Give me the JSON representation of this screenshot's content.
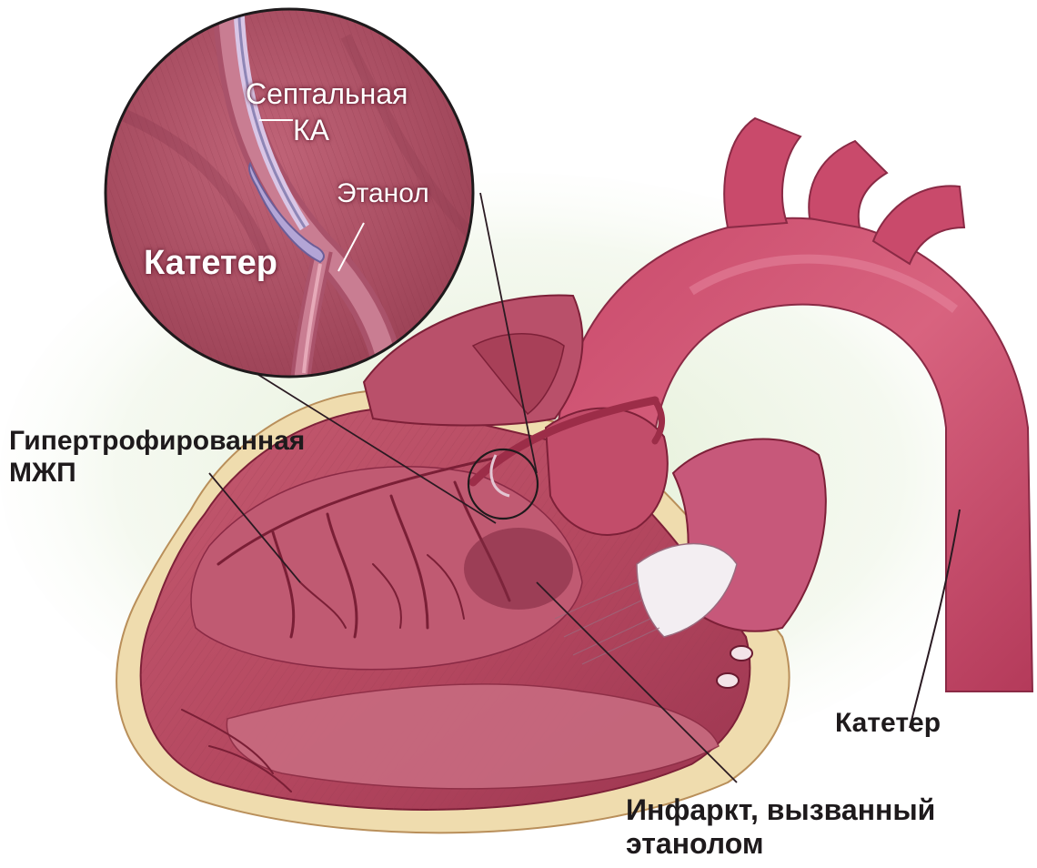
{
  "labels": {
    "septal_line1": "Септальная",
    "septal_line2": "КА",
    "ethanol": "Этанол",
    "catheter_inset": "Катетер",
    "hypertrophied_line1": "Гипертрофированная",
    "hypertrophied_line2": "МЖП",
    "catheter": "Катетер",
    "infarct_line1": "Инфаркт, вызванный",
    "infarct_line2": "этанолом"
  },
  "colors": {
    "muscle": "#b8485f",
    "muscle_dark": "#8e2a40",
    "aorta": "#c8466a",
    "fat": "#efdcae",
    "background_glow": "#e6f0d8",
    "label_text": "#1e1a1c",
    "inset_label": "#ffffff"
  }
}
